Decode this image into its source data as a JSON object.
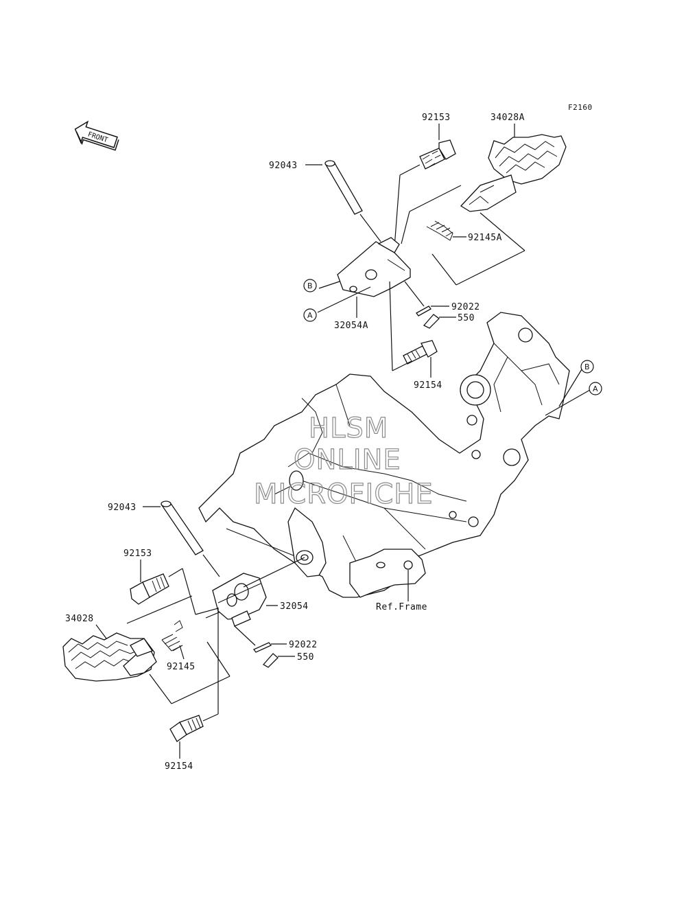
{
  "figure_code": "F2160",
  "front_arrow": {
    "label": "FRONT"
  },
  "watermark": [
    "HLSM",
    "ONLINE",
    "MICROFICHE"
  ],
  "reference_circles": [
    "B",
    "A",
    "B",
    "A"
  ],
  "upper_assembly": {
    "pin": "92043",
    "bolt": "92153",
    "footpeg": "34028A",
    "spring": "92145A",
    "bracket": "32054A",
    "cotter_pin": "92022",
    "washer": "550",
    "mount_bolt": "92154"
  },
  "lower_assembly": {
    "pin": "92043",
    "bolt": "92153",
    "footpeg": "34028",
    "spring": "92145",
    "bracket": "32054",
    "cotter_pin": "92022",
    "washer": "550",
    "mount_bolt": "92154"
  },
  "frame_label": "Ref.Frame"
}
